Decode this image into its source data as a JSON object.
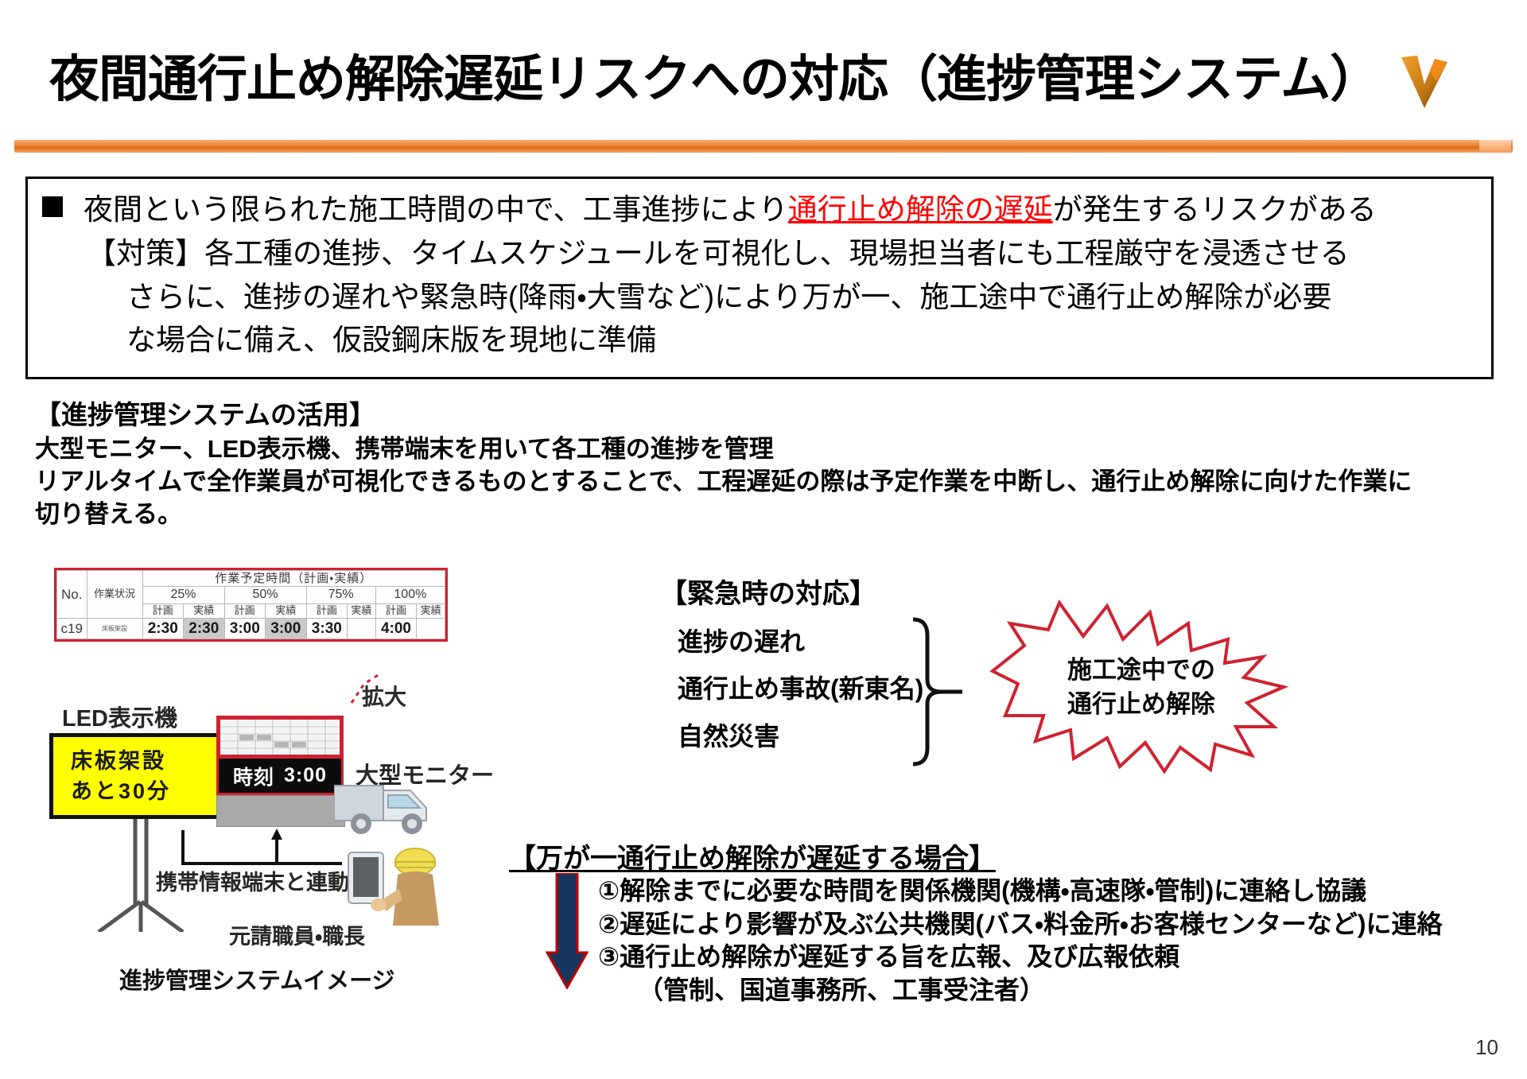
{
  "slide": {
    "title": "夜間通行止め解除遅延リスクへの対応（進捗管理システム）",
    "page_number": "10",
    "brand_mark": "chevron-v-logo",
    "accent_color": "#ee8033",
    "highlight_color": "#ff0000",
    "burst_outline_color": "#cf2230"
  },
  "statement": {
    "bullet_icon": "square-bullet",
    "line1_pre": "夜間という限られた施工時間の中で、工事進捗により",
    "line1_highlight": "通行止め解除の遅延",
    "line1_post": "が発生するリスクがある",
    "line2": "【対策】各工種の進捗、タイムスケジュールを可視化し、現場担当者にも工程厳守を浸透させる",
    "line3": "さらに、進捗の遅れや緊急時(降雨・大雪など)により万が一、施工途中で通行止め解除が必要",
    "line4": "な場合に備え、仮設鋼床版を現地に準備"
  },
  "usage": {
    "heading": "【進捗管理システムの活用】",
    "line1": "大型モニター、LED表示機、携帯端末を用いて各工種の進捗を管理",
    "line2": "リアルタイムで全作業員が可視化できるものとすることで、工程遅延の際は予定作業を中断し、通行止め解除に向けた作業に",
    "line3": "切り替える。"
  },
  "schedule_table": {
    "group_header": "作業予定時間（計画・実績）",
    "col_no": "No.",
    "col_status": "作業状況",
    "percent_headers": [
      "25%",
      "50%",
      "75%",
      "100%"
    ],
    "sub_headers": [
      "計画",
      "実績",
      "計画",
      "実績",
      "計画",
      "実績",
      "計画",
      "実績"
    ],
    "row": {
      "no": "c19",
      "status": "床板架設",
      "values": [
        "2:30",
        "2:30",
        "3:00",
        "3:00",
        "3:30",
        "",
        "4:00",
        ""
      ],
      "shaded_indexes": [
        1,
        3
      ]
    }
  },
  "figure": {
    "zoom_label": "拡大",
    "led_caption": "LED表示機",
    "led_sign_line1": "床板架設",
    "led_sign_line2": "あと30分",
    "monitor_caption": "大型モニター",
    "monitor_clock_label": "時刻",
    "monitor_clock_value": "3:00",
    "link_caption": "携帯情報端末と連動",
    "worker_caption": "元請職員・職長",
    "caption": "進捗管理システムイメージ"
  },
  "emergency": {
    "heading": "【緊急時の対応】",
    "items": [
      "進捗の遅れ",
      "通行止め事故(新東名)",
      "自然災害"
    ],
    "burst_line1": "施工途中での",
    "burst_line2": "通行止め解除"
  },
  "delay_procedure": {
    "heading": "【万が一通行止め解除が遅延する場合】",
    "items": [
      "①解除までに必要な時間を関係機関(機構・高速隊・管制)に連絡し協議",
      "②遅延により影響が及ぶ公共機関(バス・料金所・お客様センターなど)に連絡",
      "③通行止め解除が遅延する旨を広報、及び広報依頼"
    ],
    "sub_item": "（管制、国道事務所、工事受注者）"
  }
}
